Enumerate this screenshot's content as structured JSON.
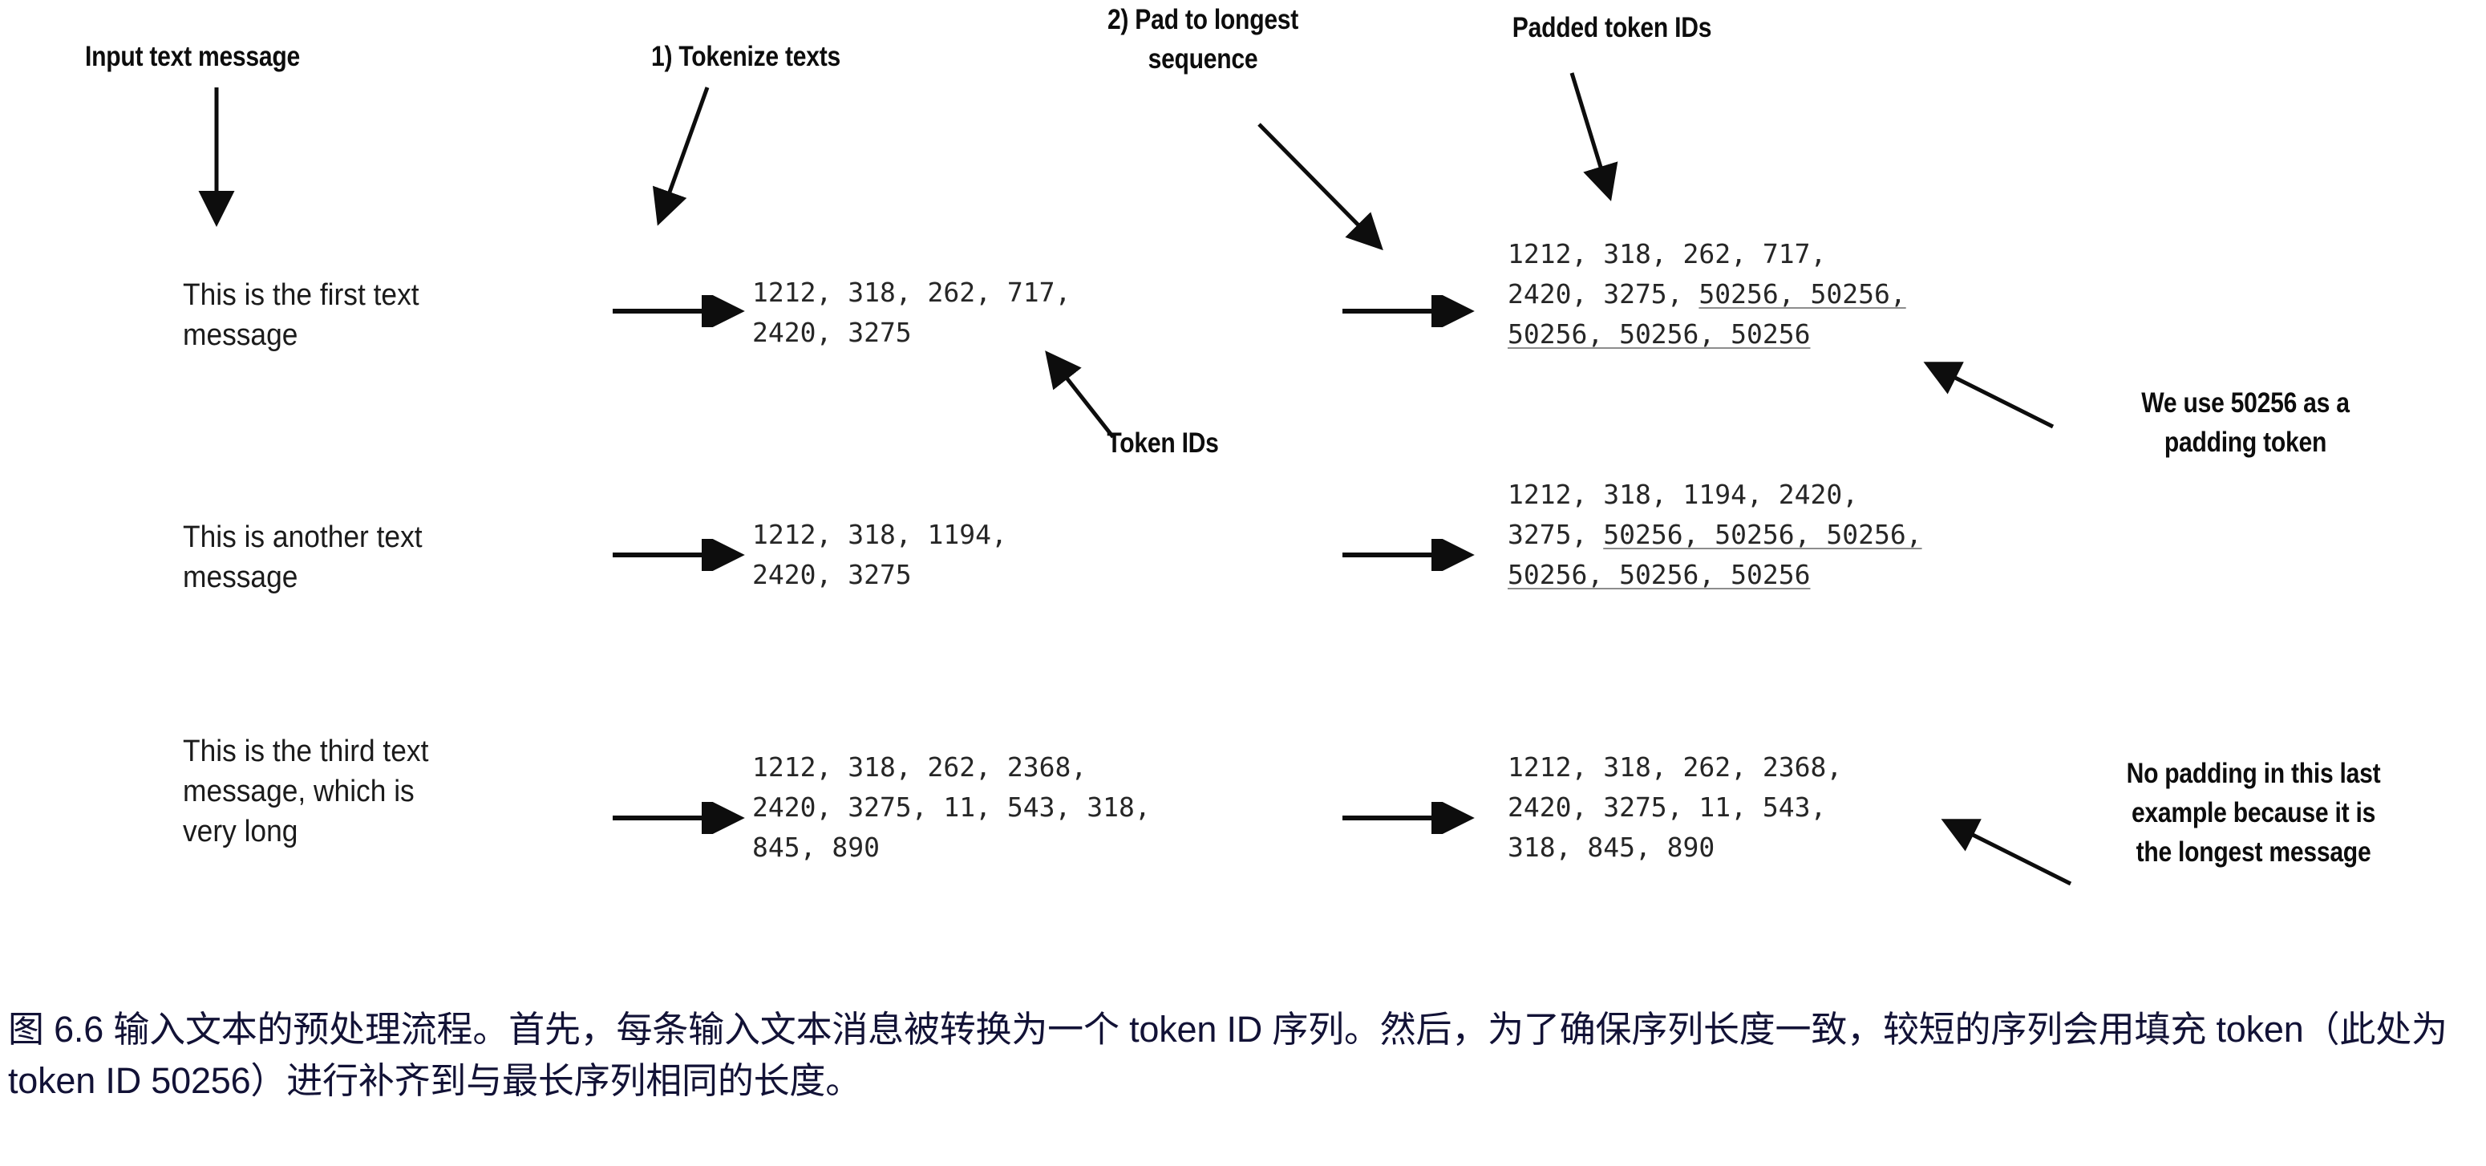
{
  "figure": {
    "headings": {
      "input_text": "Input text message",
      "tokenize": "1) Tokenize texts",
      "pad": "2) Pad to longest\nsequence",
      "padded_ids": "Padded token IDs",
      "token_ids": "Token IDs"
    },
    "annotations": {
      "padding_note": "We use 50256 as a\npadding token",
      "no_padding_note": "No padding in this last\nexample because it is\nthe longest message"
    },
    "rows": [
      {
        "message": "This is the first text\nmessage",
        "token_ids": "1212, 318, 262, 717,\n2420, 3275",
        "padded_prefix": "1212, 318, 262, 717,\n2420, 3275, ",
        "padded_tail_1": "50256, 50256,",
        "padded_tail_2": "50256, 50256, 50256"
      },
      {
        "message": "This is another text\nmessage",
        "token_ids": "1212, 318, 1194,\n2420, 3275",
        "padded_prefix": "1212, 318, 1194, 2420,\n3275, ",
        "padded_tail_1": "50256, 50256, 50256,",
        "padded_tail_2": "50256, 50256, 50256"
      },
      {
        "message": "This is the third text\nmessage, which is\nvery long",
        "token_ids": "1212, 318, 262, 2368,\n2420, 3275, 11, 543, 318,\n845, 890",
        "padded_prefix": "1212, 318, 262, 2368,\n2420, 3275, 11, 543,\n318, 845, 890",
        "padded_tail_1": "",
        "padded_tail_2": ""
      }
    ],
    "caption": "图 6.6 输入文本的预处理流程。首先，每条输入文本消息被转换为一个 token ID 序列。然后，为了确保序列长度一致，较短的序列会用填充 token（此处为 token ID 50256）进行补齐到与最长序列相同的长度。",
    "colors": {
      "ink": "#111111",
      "ids_ink": "#262626",
      "underline": "#8d8d8d",
      "caption": "#121236",
      "background": "#ffffff"
    },
    "padding_token_id": "50256"
  }
}
